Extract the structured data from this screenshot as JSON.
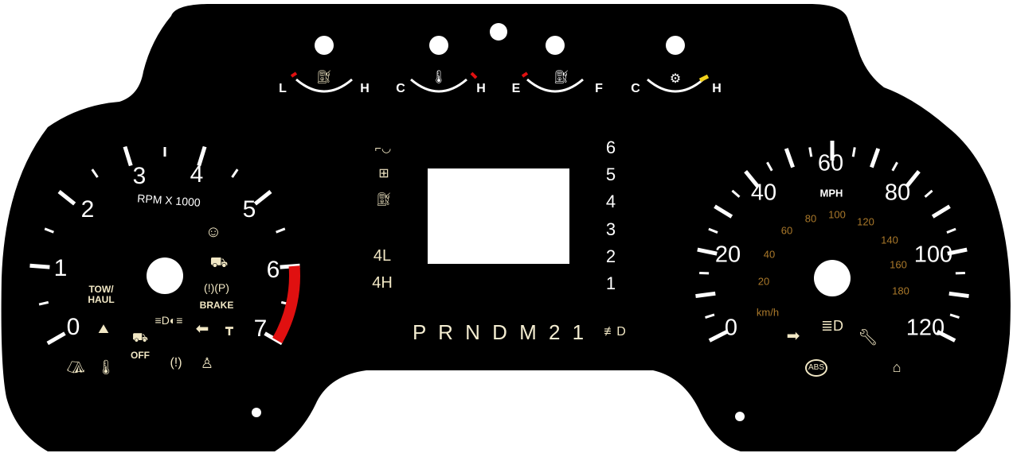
{
  "colors": {
    "face": "#000000",
    "markings": "#ffffff",
    "icons": "#f1e7c4",
    "kmh": "#a9782a",
    "redline": "#e01010",
    "caution": "#f2d21b"
  },
  "tachometer": {
    "labels": [
      "0",
      "1",
      "2",
      "3",
      "4",
      "5",
      "6",
      "7"
    ],
    "unit": "RPM X 1000",
    "redline_from": 6,
    "max": 7,
    "indicators": {
      "tow_haul": "TOW/\nHAUL",
      "tow_line1": "TOW/",
      "tow_line2": "HAUL",
      "brake": "BRAKE",
      "traction_off": "OFF"
    }
  },
  "speedometer": {
    "mph_labels": [
      "0",
      "20",
      "40",
      "60",
      "80",
      "100",
      "120"
    ],
    "unit": "MPH",
    "max_mph": 120,
    "kmh_labels": [
      "20",
      "40",
      "60",
      "80",
      "100",
      "120",
      "140",
      "160",
      "180"
    ],
    "kmh_unit": "km/h"
  },
  "top_gauges": [
    {
      "name": "oil-pressure",
      "low": "L",
      "high": "H"
    },
    {
      "name": "coolant-temp",
      "low": "C",
      "high": "H"
    },
    {
      "name": "fuel",
      "low": "E",
      "high": "F"
    },
    {
      "name": "transmission-temp",
      "low": "C",
      "high": "H"
    }
  ],
  "center": {
    "drive_modes": [
      "4L",
      "4H"
    ],
    "gears": [
      "6",
      "5",
      "4",
      "3",
      "2",
      "1"
    ],
    "prndl": "P R N D M 2 1"
  }
}
